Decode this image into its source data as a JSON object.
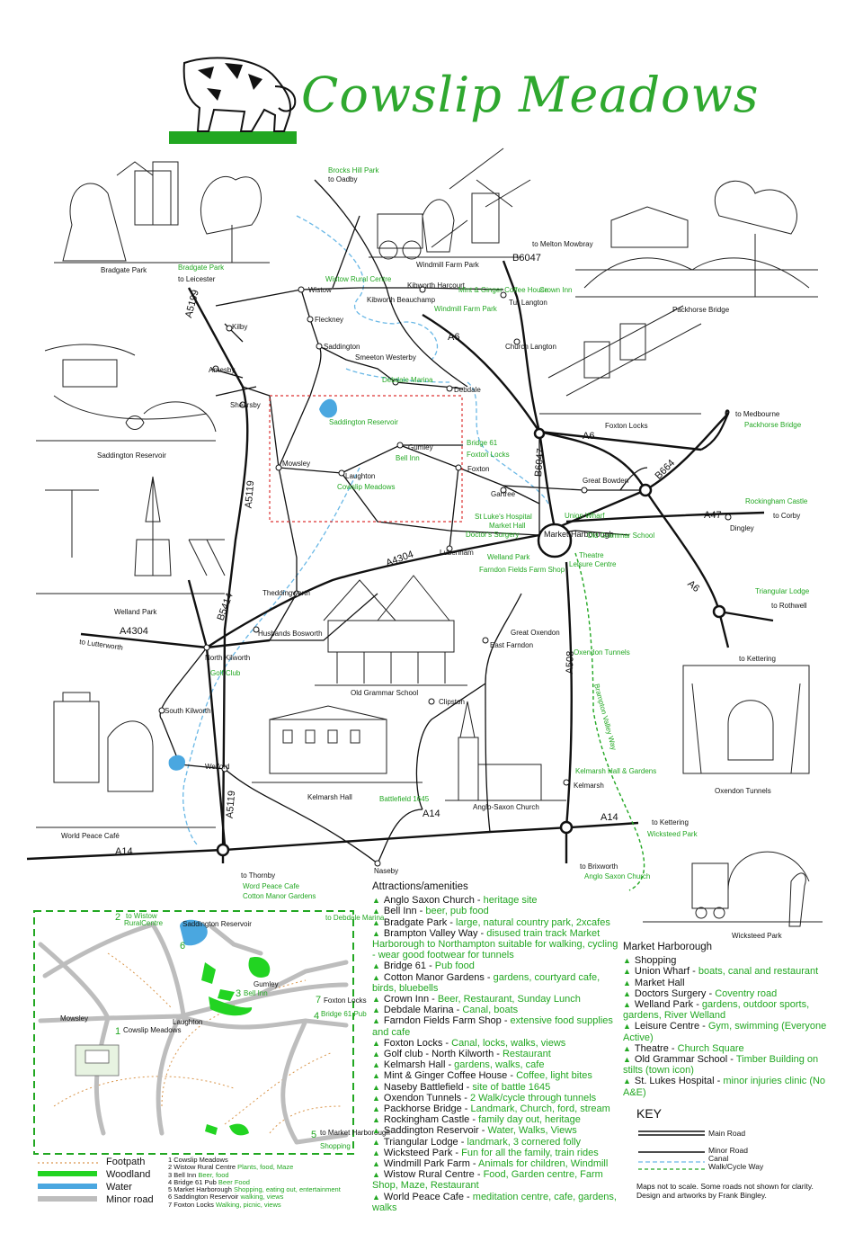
{
  "title": "Cowslip Meadows",
  "colors": {
    "green": "#22a722",
    "water": "#6ab8e6",
    "minor_road": "#bdbdbd",
    "red_dotted": "#d33"
  },
  "map_labels": {
    "brocks_hill": "Brocks Hill Park",
    "to_oadby": "to Oadby",
    "bradgate_park_lbl": "Bradgate Park",
    "bradgate_park_attr": "Bradgate Park",
    "to_leicester": "to Leicester",
    "windmill_farm_park": "Windmill Farm Park",
    "to_melton": "to Melton Mowbray",
    "b6047_top": "B6047",
    "wistow_rural": "Wistow Rural Centre",
    "wistow": "Wistow",
    "kibworth_harcourt": "Kibworth Harcourt",
    "kibworth_beauchamp": "Kibworth Beauchamp",
    "mint_ginger": "Mint & Ginger Coffee House",
    "crown_inn": "Crown Inn",
    "tur_langton": "Tur Langton",
    "windmill_farm": "Windmill Farm Park",
    "packhorse_bridge_lbl": "Packhorse Bridge",
    "fleckney": "Fleckney",
    "kilby": "Kilby",
    "a5199_top": "A5199",
    "saddington": "Saddington",
    "smeeton": "Smeeton Westerby",
    "church_langton": "Church Langton",
    "a6_top": "A6",
    "amesby": "Arnesby",
    "debdale_marina": "Debdale Marina",
    "debdale": "Debdale",
    "shearsby": "Shearsby",
    "saddington_reservoir": "Saddington Reservoir",
    "foxton_locks_lbl": "Foxton Locks",
    "to_medbourne": "to Medbourne",
    "packhorse_bridge": "Packhorse Bridge",
    "saddington_res_lbl": "Saddington Reservoir",
    "gumley": "Gumley",
    "bridge61": "Bridge 61",
    "bell_inn": "Bell Inn",
    "foxton_locks": "Foxton Locks",
    "a6_mid": "A6",
    "mowsley": "Mowsley",
    "laughton": "Laughton",
    "foxton": "Foxton",
    "b6047_mid": "B6047",
    "b664": "B664",
    "great_bowden": "Great Bowden",
    "cowslip_meadows": "Cowslip Meadows",
    "gartree": "Gartree",
    "rockingham": "Rockingham Castle",
    "a5119_mid": "A5119",
    "st_lukes": "St Luke's Hospital",
    "union_wharf": "Union Wharf",
    "market_hall": "Market Hall",
    "a47": "A47",
    "to_corby": "to Corby",
    "doctors": "Doctor's Surgery",
    "market_harborough": "Market Harborough",
    "old_grammar_school": "Old Grammar School",
    "dingley": "Dingley",
    "a4304_top": "A4304",
    "lubenham": "Lubenham",
    "welland_park": "Welland Park",
    "theatre": "Theatre",
    "leisure_centre": "Leisure Centre",
    "farndon_fields": "Farndon Fields Farm Shop",
    "welland_park_lbl": "Welland Park",
    "a6_low": "A6",
    "triangular_lodge": "Triangular Lodge",
    "theddingworth": "Theddingworth",
    "b5414": "B5414",
    "to_rothwell": "to Rothwell",
    "a4304_left": "A4304",
    "husbands_bosworth": "Husbands Bosworth",
    "great_oxendon": "Great Oxendon",
    "to_lutterworth": "to Lutterworth",
    "north_kilworth": "North Kilworth",
    "east_farndon": "East Farndon",
    "oxendon_tunnels": "Oxendon Tunnels",
    "to_kettering_top": "to Kettering",
    "golf_club": "Golf Club",
    "old_grammar_lbl": "Old Grammar School",
    "a508": "A508",
    "brampton_valley_way": "Brampton Valley Way",
    "clipston": "Clipston",
    "south_kilworth": "South Kilworth",
    "oxendon_tunnels_lbl": "Oxendon Tunnels",
    "welford": "Welford",
    "kelmarsh_hall_gardens": "Kelmarsh Hall & Gardens",
    "kelmarsh": "Kelmarsh",
    "kelmarsh_hall_lbl": "Kelmarsh Hall",
    "battlefield": "Battlefield 1645",
    "anglo_saxon_lbl": "Anglo-Saxon Church",
    "world_peace_lbl": "World Peace Café",
    "a14_mid": "A14",
    "a14_right": "A14",
    "to_kettering": "to Kettering",
    "wicksteed_park": "Wicksteed Park",
    "a5119_low": "A5119",
    "a14_left": "A14",
    "to_thornby": "to Thornby",
    "word_peace_cafe": "Word Peace Cafe",
    "cotton_manor": "Cotton Manor Gardens",
    "naseby": "Naseby",
    "to_brixworth": "to Brixworth",
    "anglo_saxon_church": "Anglo Saxon Church",
    "wicksteed_lbl": "Wicksteed Park"
  },
  "inset": {
    "to_wistow": "to Wistow",
    "rural_centre": "RuralCentre",
    "saddington_reservoir": "Saddington Reservoir",
    "to_debdale": "to Debdale Marina",
    "gumley": "Gumley",
    "bell_inn": "Bell Inn",
    "foxton_locks": "Foxton Locks",
    "bridge61": "Bridge 61 Pub",
    "mowsley": "Mowsley",
    "laughton": "Laughton",
    "cowslip_meadows": "Cowslip Meadows",
    "to_market_harborough": "to Market Harborough",
    "shopping": "Shopping"
  },
  "legend": [
    {
      "label": "Footpath"
    },
    {
      "label": "Woodland"
    },
    {
      "label": "Water"
    },
    {
      "label": "Minor road"
    }
  ],
  "numbered": [
    {
      "n": "1 Cowslip Meadows",
      "d": ""
    },
    {
      "n": "2 Wistow Rural Centre",
      "d": "Plants, food, Maze"
    },
    {
      "n": "3 Bell Inn",
      "d": "Beer, food"
    },
    {
      "n": "4 Bridge 61 Pub",
      "d": "Beer Food"
    },
    {
      "n": "5 Market Harborough",
      "d": "Shopping, eating out, entertainment"
    },
    {
      "n": "6 Saddington Reservoir",
      "d": "walking, views"
    },
    {
      "n": "7 Foxton Locks",
      "d": "Walking, picnic, views"
    }
  ],
  "attractions_title": "Attractions/amenities",
  "attractions": [
    {
      "name": "Anglo Saxon Church",
      "desc": "heritage site"
    },
    {
      "name": "Bell Inn",
      "desc": "beer, pub food"
    },
    {
      "name": "Bradgate Park",
      "desc": "large, natural country park, 2xcafes"
    },
    {
      "name": "Brampton Valley Way",
      "desc": "disused train track Market Harborough to Northampton suitable for walking, cycling - wear good footwear for tunnels"
    },
    {
      "name": "Bridge 61",
      "desc": "Pub food"
    },
    {
      "name": "Cotton Manor Gardens",
      "desc": "gardens, courtyard cafe, birds, bluebells"
    },
    {
      "name": "Crown Inn",
      "desc": "Beer, Restaurant, Sunday Lunch"
    },
    {
      "name": "Debdale Marina",
      "desc": "Canal, boats"
    },
    {
      "name": "Farndon Fields Farm Shop",
      "desc": "extensive food supplies and cafe"
    },
    {
      "name": "Foxton Locks",
      "desc": "Canal, locks, walks, views"
    },
    {
      "name": "Golf club - North Kilworth",
      "desc": "Restaurant"
    },
    {
      "name": "Kelmarsh Hall",
      "desc": "gardens, walks, cafe"
    },
    {
      "name": "Mint & Ginger Coffee House",
      "desc": "Coffee, light bites"
    },
    {
      "name": "Naseby Battlefield",
      "desc": "site of battle 1645"
    },
    {
      "name": "Oxendon Tunnels",
      "desc": "2 Walk/cycle through tunnels"
    },
    {
      "name": "Packhorse Bridge",
      "desc": "Landmark, Church, ford, stream"
    },
    {
      "name": "Rockingham Castle",
      "desc": "family day out, heritage"
    },
    {
      "name": "Saddington Reservoir",
      "desc": "Water, Walks, Views"
    },
    {
      "name": "Triangular Lodge",
      "desc": "landmark, 3 cornered folly"
    },
    {
      "name": "Wicksteed Park",
      "desc": "Fun for all the family, train rides"
    },
    {
      "name": "Windmill Park Farm",
      "desc": "Animals for children, Windmill"
    },
    {
      "name": "Wistow Rural Centre",
      "desc": "Food, Garden centre, Farm Shop, Maze, Restaurant"
    },
    {
      "name": "World Peace Cafe",
      "desc": "meditation centre, cafe, gardens, walks"
    }
  ],
  "mh_title": "Market Harborough",
  "market_harborough": [
    {
      "name": "Shopping",
      "desc": ""
    },
    {
      "name": "Union Wharf",
      "desc": "boats, canal and restaurant"
    },
    {
      "name": "Market Hall",
      "desc": ""
    },
    {
      "name": "Doctors Surgery",
      "desc": "Coventry road"
    },
    {
      "name": "Welland Park",
      "desc": "gardens, outdoor sports, gardens, River Welland"
    },
    {
      "name": "Leisure Centre",
      "desc": "Gym, swimming (Everyone Active)"
    },
    {
      "name": "Theatre",
      "desc": "Church Square"
    },
    {
      "name": "Old Grammar School",
      "desc": "Timber Building on stilts (town icon)"
    },
    {
      "name": "St. Lukes Hospital",
      "desc": "minor injuries clinic (No A&E)"
    }
  ],
  "key": {
    "title": "KEY",
    "items": [
      "Main Road",
      "Minor Road",
      "Canal",
      "Walk/Cycle Way"
    ],
    "note": "Maps not to scale. Some roads not shown for clarity. Design and artworks by Frank Bingley."
  }
}
